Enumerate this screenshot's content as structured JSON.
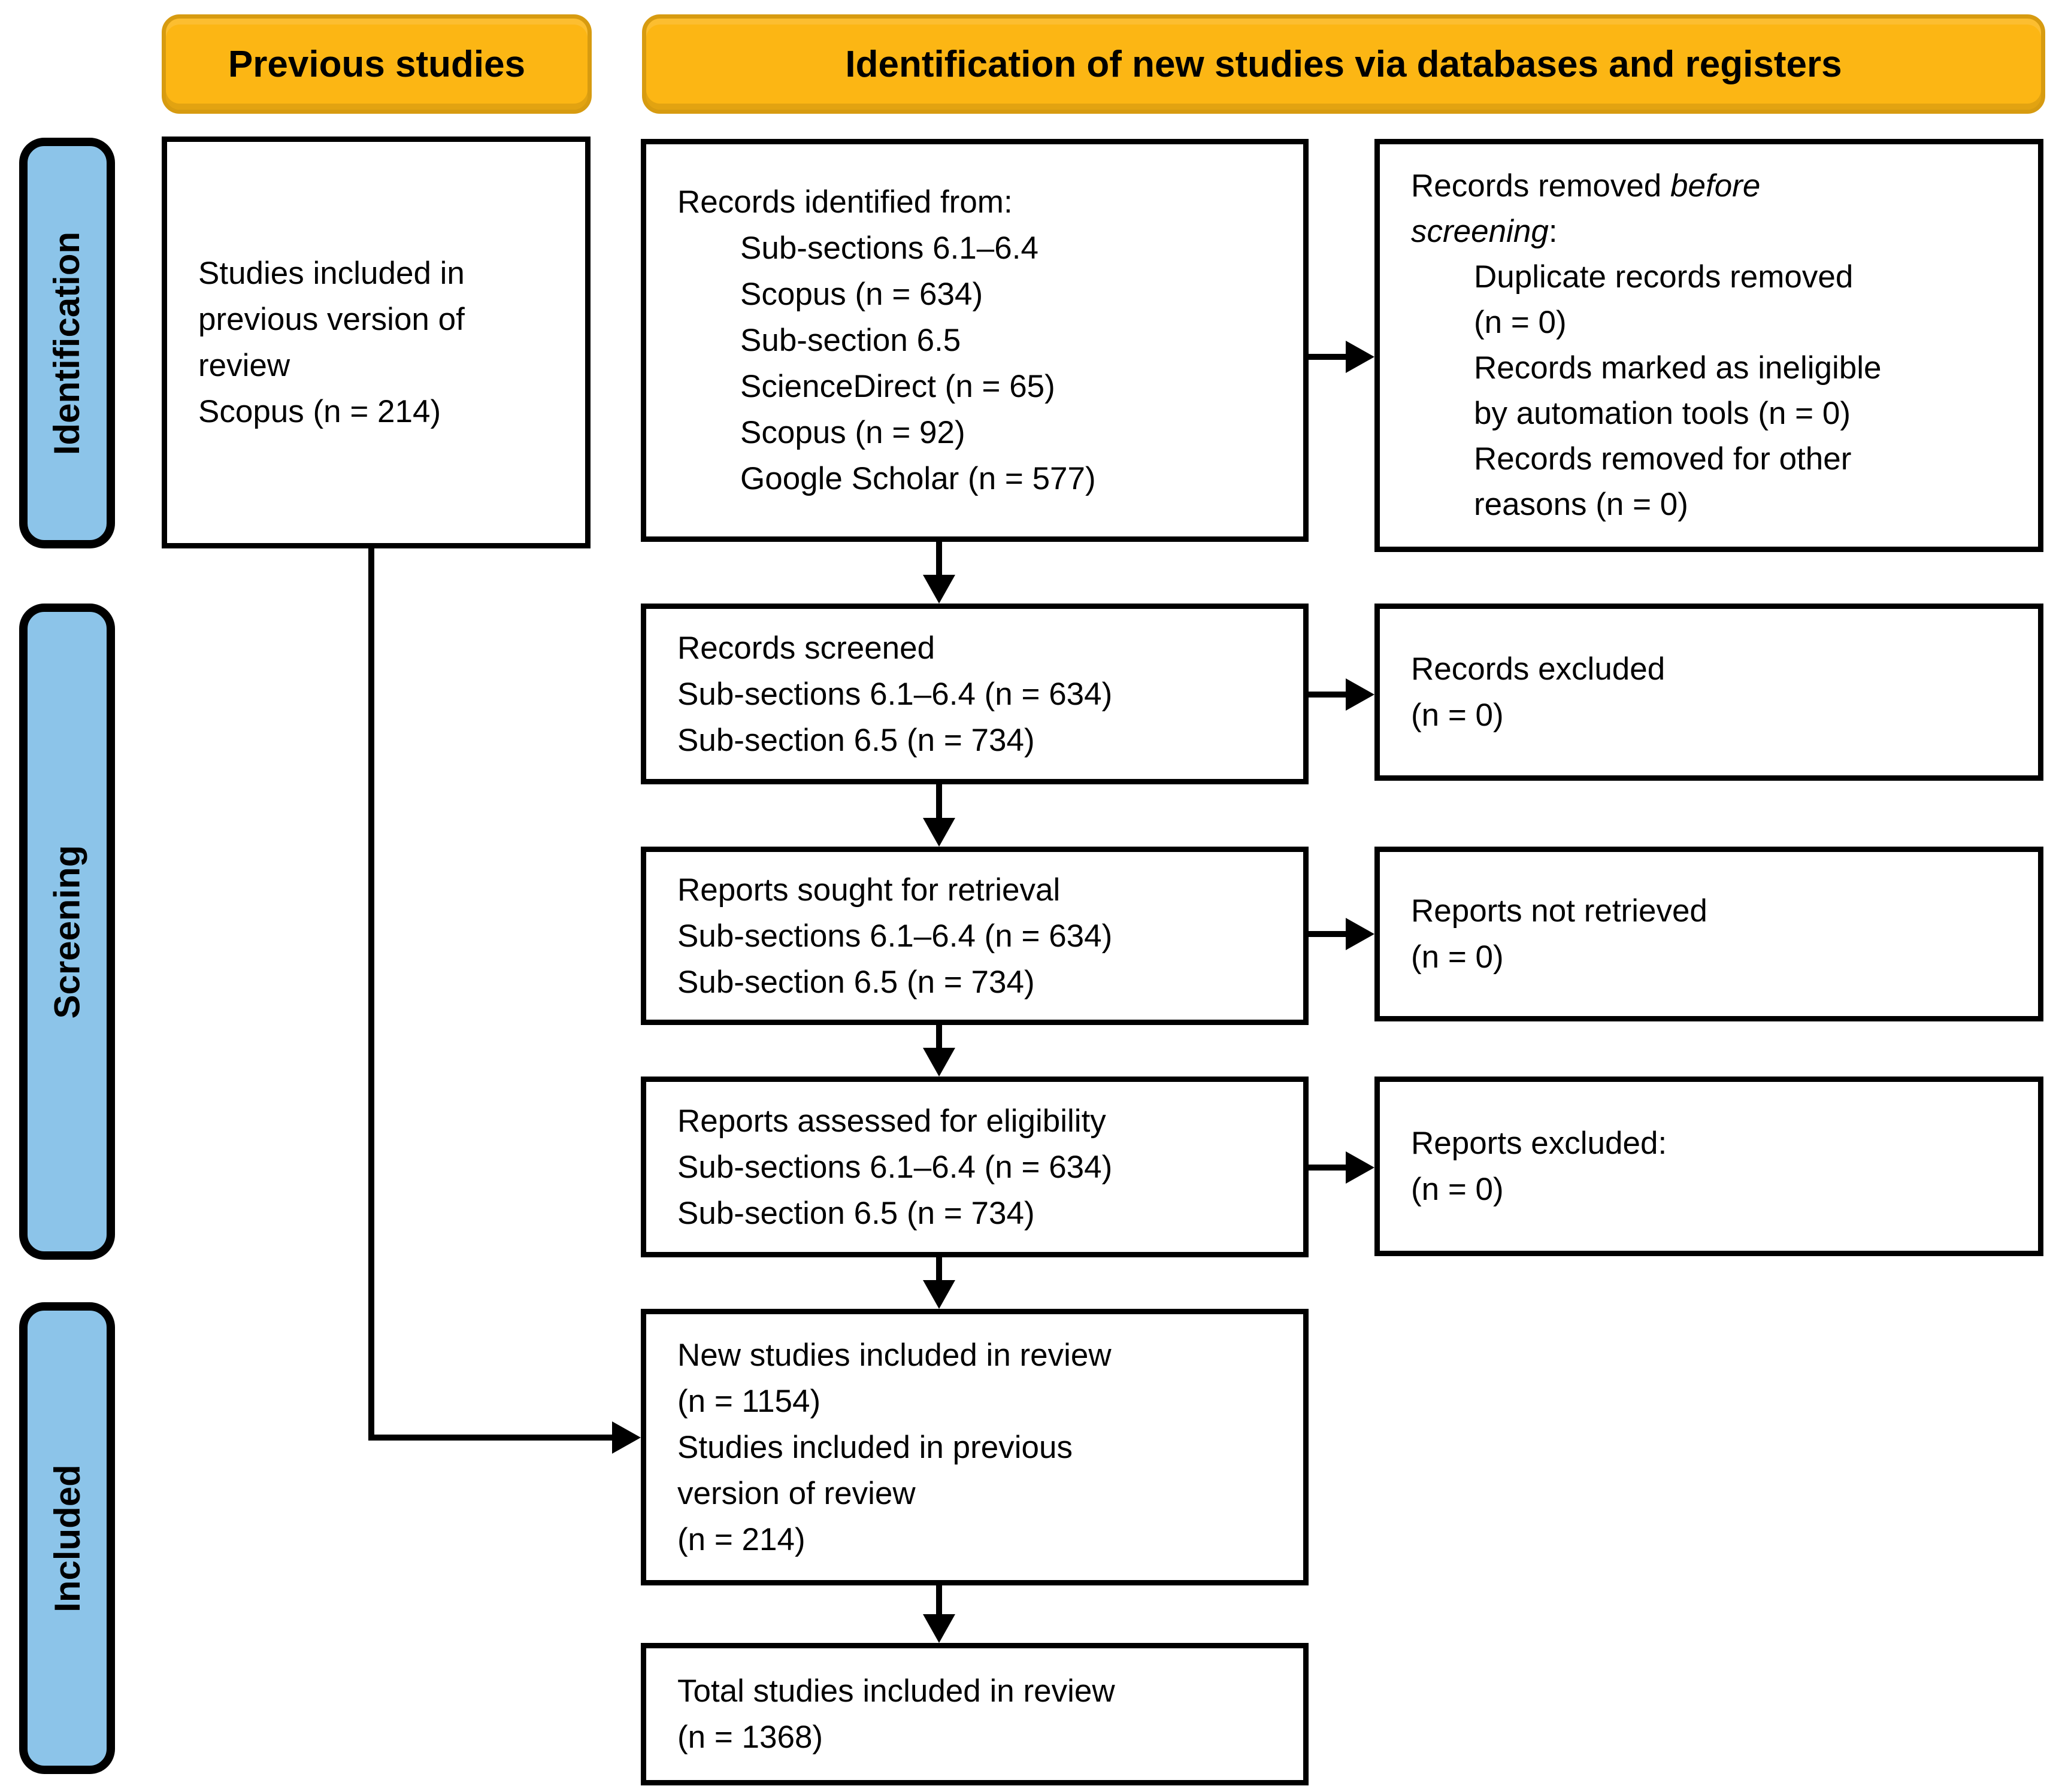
{
  "headers": {
    "previous_studies": "Previous studies",
    "new_studies": "Identification of new studies via databases and registers"
  },
  "stages": [
    {
      "label": "Identification"
    },
    {
      "label": "Screening"
    },
    {
      "label": "Included"
    }
  ],
  "boxes": {
    "previous": {
      "lines": [
        {
          "seg": [
            {
              "t": "Studies included in"
            }
          ]
        },
        {
          "seg": [
            {
              "t": "previous version of"
            }
          ]
        },
        {
          "seg": [
            {
              "t": "review"
            }
          ]
        },
        {
          "seg": [
            {
              "t": "Scopus (n = 214)"
            }
          ]
        }
      ]
    },
    "identified": {
      "lines": [
        {
          "seg": [
            {
              "t": "Records identified from:"
            }
          ]
        },
        {
          "ind": 1,
          "seg": [
            {
              "t": "Sub-sections 6.1–6.4"
            }
          ]
        },
        {
          "ind": 1,
          "seg": [
            {
              "t": "Scopus (n = 634)"
            }
          ]
        },
        {
          "ind": 1,
          "seg": [
            {
              "t": "Sub-section 6.5"
            }
          ]
        },
        {
          "ind": 1,
          "seg": [
            {
              "t": "ScienceDirect (n = 65)"
            }
          ]
        },
        {
          "ind": 1,
          "seg": [
            {
              "t": "Scopus (n = 92)"
            }
          ]
        },
        {
          "ind": 1,
          "seg": [
            {
              "t": "Google Scholar (n = 577)"
            }
          ]
        }
      ]
    },
    "removed": {
      "lines": [
        {
          "seg": [
            {
              "t": "Records removed "
            },
            {
              "t": "before",
              "i": true
            }
          ]
        },
        {
          "seg": [
            {
              "t": "screening",
              "i": true
            },
            {
              "t": ":"
            }
          ]
        },
        {
          "ind": 1,
          "seg": [
            {
              "t": "Duplicate records removed"
            }
          ]
        },
        {
          "ind": 1,
          "seg": [
            {
              "t": "(n = 0)"
            }
          ]
        },
        {
          "ind": 1,
          "seg": [
            {
              "t": "Records marked as ineligible"
            }
          ]
        },
        {
          "ind": 1,
          "seg": [
            {
              "t": "by automation tools (n = 0)"
            }
          ]
        },
        {
          "ind": 1,
          "seg": [
            {
              "t": "Records removed for other"
            }
          ]
        },
        {
          "ind": 1,
          "seg": [
            {
              "t": "reasons (n = 0)"
            }
          ]
        }
      ]
    },
    "screened": {
      "lines": [
        {
          "seg": [
            {
              "t": "Records screened"
            }
          ]
        },
        {
          "seg": [
            {
              "t": "Sub-sections 6.1–6.4 (n = 634)"
            }
          ]
        },
        {
          "seg": [
            {
              "t": "Sub-section 6.5 (n = 734)"
            }
          ]
        }
      ]
    },
    "records_excluded": {
      "lines": [
        {
          "seg": [
            {
              "t": "Records excluded"
            }
          ]
        },
        {
          "seg": [
            {
              "t": "(n = 0)"
            }
          ]
        }
      ]
    },
    "sought": {
      "lines": [
        {
          "seg": [
            {
              "t": "Reports sought for retrieval"
            }
          ]
        },
        {
          "seg": [
            {
              "t": "Sub-sections 6.1–6.4 (n = 634)"
            }
          ]
        },
        {
          "seg": [
            {
              "t": "Sub-section 6.5 (n = 734)"
            }
          ]
        }
      ]
    },
    "not_retrieved": {
      "lines": [
        {
          "seg": [
            {
              "t": "Reports not retrieved"
            }
          ]
        },
        {
          "seg": [
            {
              "t": "(n = 0)"
            }
          ]
        }
      ]
    },
    "assessed": {
      "lines": [
        {
          "seg": [
            {
              "t": "Reports assessed for eligibility"
            }
          ]
        },
        {
          "seg": [
            {
              "t": "Sub-sections 6.1–6.4 (n = 634)"
            }
          ]
        },
        {
          "seg": [
            {
              "t": "Sub-section 6.5 (n = 734)"
            }
          ]
        }
      ]
    },
    "reports_excluded": {
      "lines": [
        {
          "seg": [
            {
              "t": "Reports excluded:"
            }
          ]
        },
        {
          "seg": [
            {
              "t": "(n = 0)"
            }
          ]
        }
      ]
    },
    "new_included": {
      "lines": [
        {
          "seg": [
            {
              "t": "New studies included in review"
            }
          ]
        },
        {
          "seg": [
            {
              "t": "(n = 1154)"
            }
          ]
        },
        {
          "seg": [
            {
              "t": "Studies included in previous"
            }
          ]
        },
        {
          "seg": [
            {
              "t": "version of review"
            }
          ]
        },
        {
          "seg": [
            {
              "t": "(n = 214)"
            }
          ]
        }
      ]
    },
    "total": {
      "lines": [
        {
          "seg": [
            {
              "t": "Total studies included in review"
            }
          ]
        },
        {
          "seg": [
            {
              "t": "(n = 1368)"
            }
          ]
        }
      ]
    }
  },
  "colors": {
    "header_fill": "#FCB614",
    "header_border": "#D79B10",
    "stage_fill": "#8CC4E9",
    "line_color": "#000000"
  }
}
